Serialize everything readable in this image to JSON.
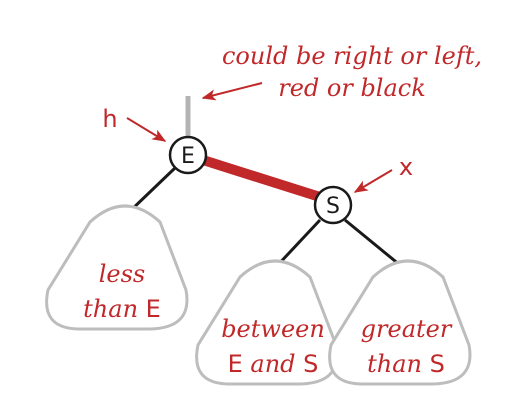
{
  "annotation": {
    "line1": "could be right or left,",
    "line2": "red or black"
  },
  "pointers": {
    "h": "h",
    "x": "x"
  },
  "nodes": {
    "e": "E",
    "s": "S"
  },
  "subtrees": {
    "left": {
      "line1_italic": "less",
      "line2_italic": "than ",
      "line2_key": "E"
    },
    "middle": {
      "line1_italic": "between",
      "line2_key": "E",
      "line2_italic": " and ",
      "line2_key2": "S"
    },
    "right": {
      "line1_italic": "greater",
      "line2_italic": "than ",
      "line2_key": "S"
    }
  },
  "colors": {
    "red_link": "#c0282a",
    "black_link": "#1a1a1a",
    "gray_link": "#b4b4b4",
    "triangle_stroke": "#bdbdbd",
    "text_red": "#c0282a"
  }
}
